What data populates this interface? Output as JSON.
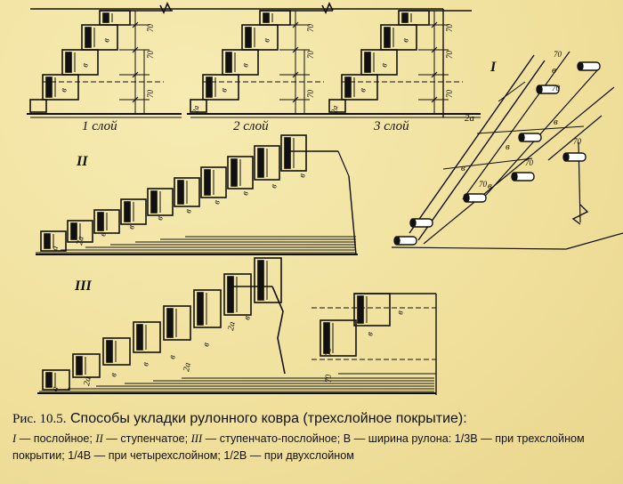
{
  "diagram": {
    "section_labels": {
      "one": "I",
      "two": "II",
      "three": "III"
    },
    "layer_labels": {
      "layer1": "1 слой",
      "layer2": "2 слой",
      "layer3": "3 слой"
    },
    "dimension_labels": {
      "width": "в",
      "half_width": "2а",
      "offset": "а",
      "overlap": "70"
    }
  },
  "caption": {
    "figure_label": "Рис.  10.5.",
    "title": "Способы укладки рулонного ковра (трехслойное покрытие):",
    "legend": [
      {
        "key": "I",
        "text": " — послойное;"
      },
      {
        "key": "II",
        "text": " — ступенчатое;"
      },
      {
        "key": "III",
        "text": " — ступенчато-послойное;"
      }
    ],
    "legend_rest": " В — ширина рулона: 1/3В — при трехслойном покрытии; 1/4В — при четырехслойном; 1/2В — при двухслойном"
  }
}
